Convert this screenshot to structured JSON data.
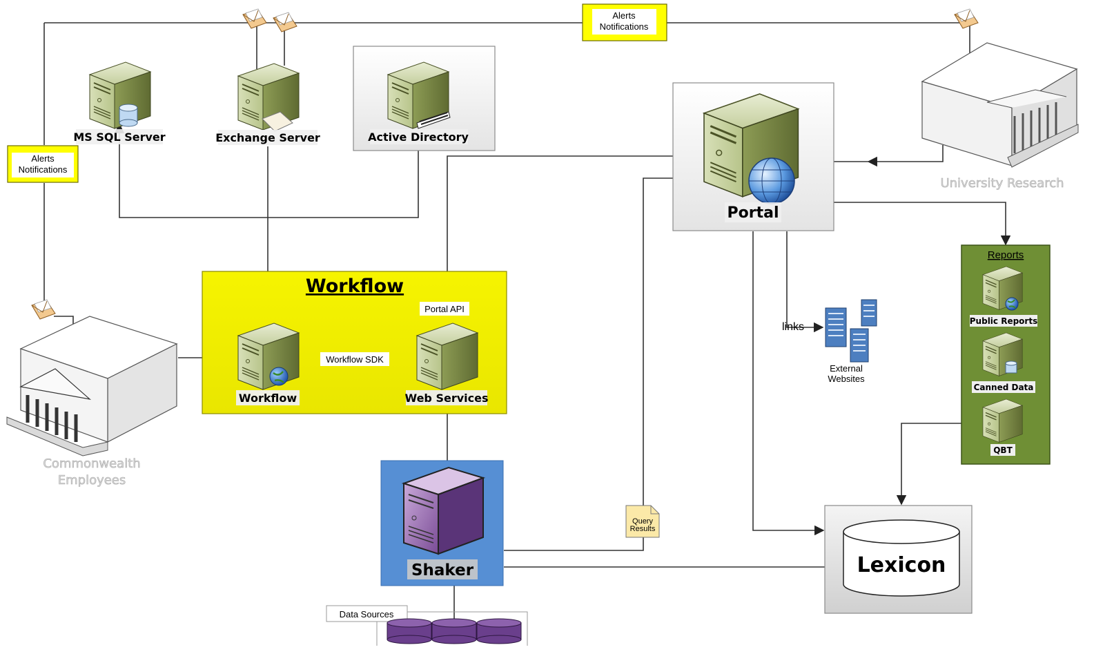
{
  "nodes": {
    "ms_sql_server": "MS SQL Server",
    "exchange_server": "Exchange Server",
    "active_directory": "Active Directory",
    "portal": "Portal",
    "university_research": "University Research",
    "workflow_title": "Workflow",
    "workflow_server": "Workflow",
    "web_services": "Web Services",
    "commonwealth_line1": "Commonwealth",
    "commonwealth_line2": "Employees",
    "shaker": "Shaker",
    "lexicon": "Lexicon",
    "data_sources": "Data Sources",
    "external_line1": "External",
    "external_line2": "Websites"
  },
  "reports": {
    "title": "Reports",
    "items": [
      "Public Reports",
      "Canned Data",
      "QBT"
    ]
  },
  "edge_labels": {
    "alerts_line1": "Alerts",
    "alerts_line2": "Notifications",
    "portal_api": "Portal API",
    "workflow_sdk": "Workflow SDK",
    "links": "links",
    "query_line1": "Query",
    "query_line2": "Results"
  },
  "colors": {
    "workflow_bg": "#f2f000",
    "shaker_bg": "#568fd4",
    "reports_bg": "#6f8f35",
    "server_green": "#a4b56b",
    "alert_yellow": "#ffff00"
  }
}
